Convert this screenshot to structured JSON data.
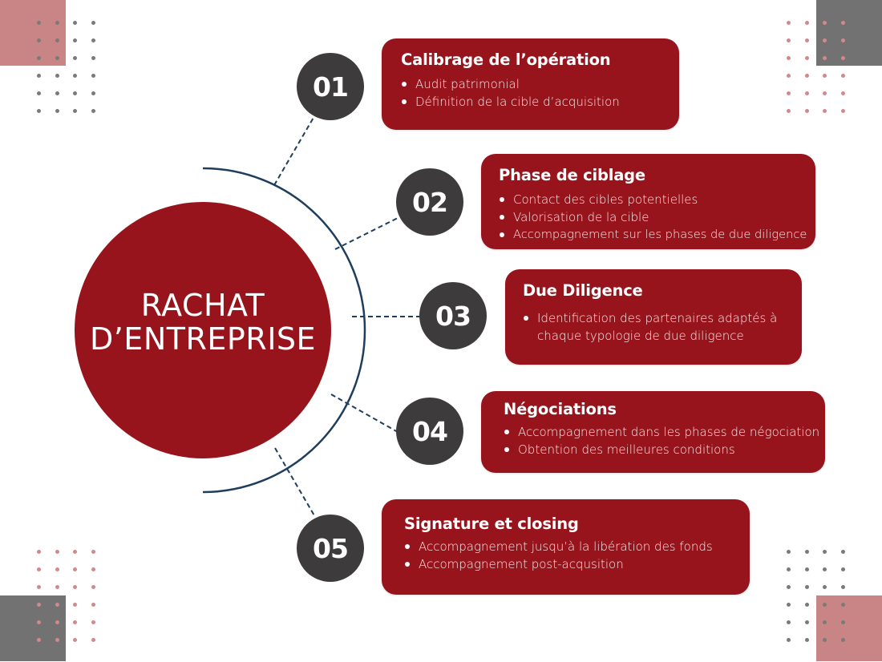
{
  "colors": {
    "accent_red": "#98141c",
    "dark_circle": "#3d3b3b",
    "connector_navy": "#1f3d5c",
    "deco_pink": "#c98585",
    "deco_gray": "#727272",
    "dot_gray": "#7a7a7a",
    "dot_pink": "#d08a8a"
  },
  "hub": {
    "line1": "RACHAT",
    "line2": "D’ENTREPRISE"
  },
  "steps": [
    {
      "number": "01",
      "title": "Calibrage de l’opération",
      "bullets": [
        "Audit patrimonial",
        "Définition de la cible d’acquisition"
      ]
    },
    {
      "number": "02",
      "title": "Phase de ciblage",
      "bullets": [
        "Contact des cibles potentielles",
        "Valorisation de la cible",
        "Accompagnement sur les phases de due diligence"
      ]
    },
    {
      "number": "03",
      "title": "Due Diligence",
      "bullets": [
        "Identification des partenaires adaptés à chaque typologie de due diligence"
      ]
    },
    {
      "number": "04",
      "title": "Négociations",
      "bullets": [
        "Accompagnement dans les phases de négociation",
        "Obtention des meilleures conditions"
      ]
    },
    {
      "number": "05",
      "title": "Signature et closing",
      "bullets": [
        "Accompagnement jusqu’à la libération des fonds",
        "Accompagnement post-acqusition"
      ]
    }
  ]
}
